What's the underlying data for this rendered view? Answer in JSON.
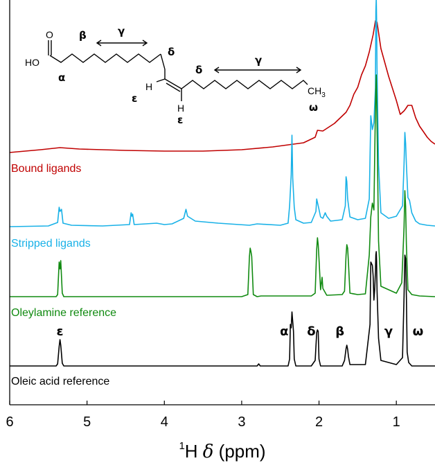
{
  "chart_data": {
    "type": "line",
    "title": "",
    "xlabel": {
      "sup": "1",
      "main": "H ",
      "delta": "δ",
      "unit": " (ppm)"
    },
    "xlim": [
      6,
      0.5
    ],
    "xticks": [
      6,
      5,
      4,
      3,
      2,
      1
    ],
    "xtick_labels": [
      "6",
      "5",
      "4",
      "3",
      "2",
      "1"
    ],
    "y_axis_visible": false,
    "grid": false,
    "series": [
      {
        "name": "Bound ligands",
        "color": "#c00000",
        "baseline": 220,
        "points": [
          [
            6.0,
            0
          ],
          [
            5.6,
            4
          ],
          [
            5.35,
            7
          ],
          [
            5.1,
            5
          ],
          [
            4.5,
            3
          ],
          [
            4.0,
            2
          ],
          [
            3.5,
            2
          ],
          [
            3.0,
            4
          ],
          [
            2.6,
            8
          ],
          [
            2.2,
            14
          ],
          [
            2.05,
            22
          ],
          [
            2.02,
            32
          ],
          [
            1.95,
            31
          ],
          [
            1.8,
            42
          ],
          [
            1.65,
            58
          ],
          [
            1.6,
            68
          ],
          [
            1.55,
            84
          ],
          [
            1.5,
            94
          ],
          [
            1.45,
            112
          ],
          [
            1.4,
            125
          ],
          [
            1.35,
            145
          ],
          [
            1.3,
            170
          ],
          [
            1.27,
            190
          ],
          [
            1.25,
            188
          ],
          [
            1.2,
            150
          ],
          [
            1.1,
            110
          ],
          [
            1.0,
            75
          ],
          [
            0.95,
            55
          ],
          [
            0.9,
            60
          ],
          [
            0.88,
            63
          ],
          [
            0.85,
            68
          ],
          [
            0.8,
            68
          ],
          [
            0.75,
            50
          ],
          [
            0.7,
            38
          ],
          [
            0.65,
            30
          ],
          [
            0.6,
            22
          ],
          [
            0.55,
            16
          ],
          [
            0.5,
            12
          ]
        ]
      },
      {
        "name": "Stripped ligands",
        "color": "#18b1e7",
        "baseline": 327,
        "points": [
          [
            6.0,
            0
          ],
          [
            5.5,
            1
          ],
          [
            5.38,
            6
          ],
          [
            5.36,
            28
          ],
          [
            5.35,
            22
          ],
          [
            5.33,
            25
          ],
          [
            5.31,
            5
          ],
          [
            5.2,
            2
          ],
          [
            4.8,
            1
          ],
          [
            4.45,
            3
          ],
          [
            4.43,
            20
          ],
          [
            4.42,
            15
          ],
          [
            4.41,
            18
          ],
          [
            4.39,
            3
          ],
          [
            4.1,
            5
          ],
          [
            4.0,
            3
          ],
          [
            3.9,
            4
          ],
          [
            3.75,
            12
          ],
          [
            3.72,
            25
          ],
          [
            3.7,
            15
          ],
          [
            3.6,
            8
          ],
          [
            3.3,
            5
          ],
          [
            2.9,
            2
          ],
          [
            2.8,
            4
          ],
          [
            2.5,
            2
          ],
          [
            2.4,
            5
          ],
          [
            2.38,
            30
          ],
          [
            2.36,
            75
          ],
          [
            2.35,
            132
          ],
          [
            2.34,
            70
          ],
          [
            2.32,
            28
          ],
          [
            2.3,
            10
          ],
          [
            2.2,
            5
          ],
          [
            2.1,
            6
          ],
          [
            2.04,
            22
          ],
          [
            2.03,
            40
          ],
          [
            2.02,
            35
          ],
          [
            2.0,
            25
          ],
          [
            1.98,
            14
          ],
          [
            1.95,
            12
          ],
          [
            1.92,
            20
          ],
          [
            1.9,
            15
          ],
          [
            1.85,
            8
          ],
          [
            1.7,
            10
          ],
          [
            1.66,
            30
          ],
          [
            1.65,
            72
          ],
          [
            1.64,
            65
          ],
          [
            1.63,
            40
          ],
          [
            1.6,
            14
          ],
          [
            1.5,
            10
          ],
          [
            1.4,
            12
          ],
          [
            1.35,
            40
          ],
          [
            1.33,
            160
          ],
          [
            1.31,
            140
          ],
          [
            1.29,
            150
          ],
          [
            1.27,
            200
          ],
          [
            1.265,
            310
          ],
          [
            1.26,
            330
          ],
          [
            1.255,
            300
          ],
          [
            1.25,
            230
          ],
          [
            1.23,
            90
          ],
          [
            1.2,
            20
          ],
          [
            1.1,
            12
          ],
          [
            1.0,
            15
          ],
          [
            0.92,
            30
          ],
          [
            0.9,
            90
          ],
          [
            0.89,
            136
          ],
          [
            0.88,
            120
          ],
          [
            0.87,
            90
          ],
          [
            0.85,
            42
          ],
          [
            0.83,
            38
          ],
          [
            0.8,
            20
          ],
          [
            0.75,
            8
          ],
          [
            0.7,
            4
          ],
          [
            0.6,
            2
          ],
          [
            0.5,
            1
          ]
        ]
      },
      {
        "name": "Oleylamine reference",
        "color": "#108a10",
        "baseline": 428,
        "points": [
          [
            6.0,
            0
          ],
          [
            5.4,
            0
          ],
          [
            5.38,
            3
          ],
          [
            5.36,
            50
          ],
          [
            5.35,
            40
          ],
          [
            5.34,
            52
          ],
          [
            5.32,
            5
          ],
          [
            5.3,
            0
          ],
          [
            3.0,
            0
          ],
          [
            2.92,
            3
          ],
          [
            2.9,
            58
          ],
          [
            2.89,
            70
          ],
          [
            2.88,
            65
          ],
          [
            2.87,
            58
          ],
          [
            2.85,
            3
          ],
          [
            2.8,
            0
          ],
          [
            2.75,
            1
          ],
          [
            2.1,
            1
          ],
          [
            2.05,
            5
          ],
          [
            2.03,
            68
          ],
          [
            2.02,
            85
          ],
          [
            2.01,
            75
          ],
          [
            2.0,
            55
          ],
          [
            1.98,
            10
          ],
          [
            1.96,
            28
          ],
          [
            1.95,
            12
          ],
          [
            1.9,
            2
          ],
          [
            1.7,
            3
          ],
          [
            1.67,
            8
          ],
          [
            1.65,
            60
          ],
          [
            1.64,
            75
          ],
          [
            1.63,
            70
          ],
          [
            1.62,
            50
          ],
          [
            1.6,
            5
          ],
          [
            1.5,
            3
          ],
          [
            1.4,
            4
          ],
          [
            1.35,
            60
          ],
          [
            1.33,
            115
          ],
          [
            1.31,
            135
          ],
          [
            1.29,
            125
          ],
          [
            1.275,
            240
          ],
          [
            1.265,
            300
          ],
          [
            1.26,
            320
          ],
          [
            1.25,
            250
          ],
          [
            1.23,
            80
          ],
          [
            1.2,
            15
          ],
          [
            1.0,
            5
          ],
          [
            0.93,
            20
          ],
          [
            0.9,
            100
          ],
          [
            0.89,
            153
          ],
          [
            0.88,
            130
          ],
          [
            0.87,
            75
          ],
          [
            0.85,
            10
          ],
          [
            0.8,
            3
          ],
          [
            0.7,
            1
          ],
          [
            0.5,
            0
          ]
        ]
      },
      {
        "name": "Oleic acid reference",
        "color": "#000000",
        "baseline": 528,
        "points": [
          [
            6.0,
            0
          ],
          [
            5.4,
            0
          ],
          [
            5.38,
            3
          ],
          [
            5.36,
            28
          ],
          [
            5.35,
            38
          ],
          [
            5.34,
            30
          ],
          [
            5.32,
            4
          ],
          [
            5.3,
            0
          ],
          [
            2.8,
            0
          ],
          [
            2.78,
            3
          ],
          [
            2.76,
            0
          ],
          [
            2.4,
            0
          ],
          [
            2.38,
            10
          ],
          [
            2.37,
            60
          ],
          [
            2.36,
            55
          ],
          [
            2.35,
            78
          ],
          [
            2.34,
            64
          ],
          [
            2.33,
            50
          ],
          [
            2.32,
            10
          ],
          [
            2.3,
            0
          ],
          [
            2.1,
            0
          ],
          [
            2.05,
            8
          ],
          [
            2.03,
            48
          ],
          [
            2.02,
            52
          ],
          [
            2.01,
            50
          ],
          [
            2.0,
            10
          ],
          [
            1.98,
            0
          ],
          [
            1.7,
            0
          ],
          [
            1.67,
            8
          ],
          [
            1.65,
            25
          ],
          [
            1.64,
            30
          ],
          [
            1.63,
            24
          ],
          [
            1.62,
            14
          ],
          [
            1.6,
            2
          ],
          [
            1.4,
            2
          ],
          [
            1.34,
            60
          ],
          [
            1.33,
            150
          ],
          [
            1.31,
            145
          ],
          [
            1.3,
            130
          ],
          [
            1.29,
            95
          ],
          [
            1.28,
            110
          ],
          [
            1.27,
            135
          ],
          [
            1.265,
            160
          ],
          [
            1.26,
            165
          ],
          [
            1.255,
            150
          ],
          [
            1.25,
            110
          ],
          [
            1.23,
            40
          ],
          [
            1.2,
            8
          ],
          [
            1.0,
            2
          ],
          [
            0.92,
            12
          ],
          [
            0.9,
            100
          ],
          [
            0.89,
            160
          ],
          [
            0.88,
            155
          ],
          [
            0.87,
            100
          ],
          [
            0.86,
            20
          ],
          [
            0.84,
            5
          ],
          [
            0.8,
            0
          ],
          [
            0.5,
            0
          ]
        ]
      }
    ],
    "peak_labels": [
      {
        "text": "ε",
        "x": 5.35
      },
      {
        "text": "α",
        "x": 2.45
      },
      {
        "text": "δ",
        "x": 2.1
      },
      {
        "text": "β",
        "x": 1.73
      },
      {
        "text": "γ",
        "x": 1.1
      },
      {
        "text": "ω",
        "x": 0.72
      }
    ],
    "molecule_labels": {
      "o": "O",
      "ho": "HO",
      "alpha": "α",
      "beta": "β",
      "gamma1": "γ",
      "delta1": "δ",
      "eps1": "ε",
      "h1": "H",
      "delta2": "δ",
      "gamma2": "γ",
      "ch3_main": "CH",
      "ch3_sub": "3",
      "omega": "ω",
      "h2": "H",
      "eps2": "ε"
    }
  }
}
